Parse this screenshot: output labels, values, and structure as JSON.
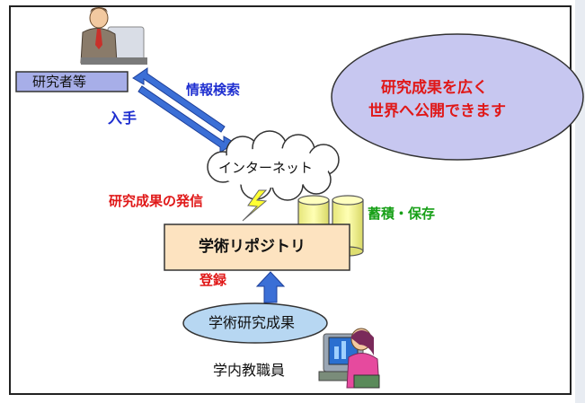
{
  "researcher_label": "研究者等",
  "info_search_label": "情報検索",
  "obtain_label": "入手",
  "internet_label": "インターネット",
  "dissemination_label": "研究成果の発信",
  "storage_label": "蓄積・保存",
  "repository_label": "学術リポジトリ",
  "register_label": "登録",
  "research_results_label": "学術研究成果",
  "faculty_label": "学内教職員",
  "slogan": {
    "line1": "研究成果を広く",
    "line2": "世界へ公開できます"
  },
  "colors": {
    "blue_label": "#1f2fd0",
    "red_label": "#e01818",
    "green_label": "#18a018",
    "repository_fill": "#fde3c0",
    "ellipse_fill": "#c7c7f0",
    "oval_fill": "#b7d7f2",
    "cylinder_fill": "#ffffa0",
    "arrow_blue": "#3b6fd6"
  }
}
